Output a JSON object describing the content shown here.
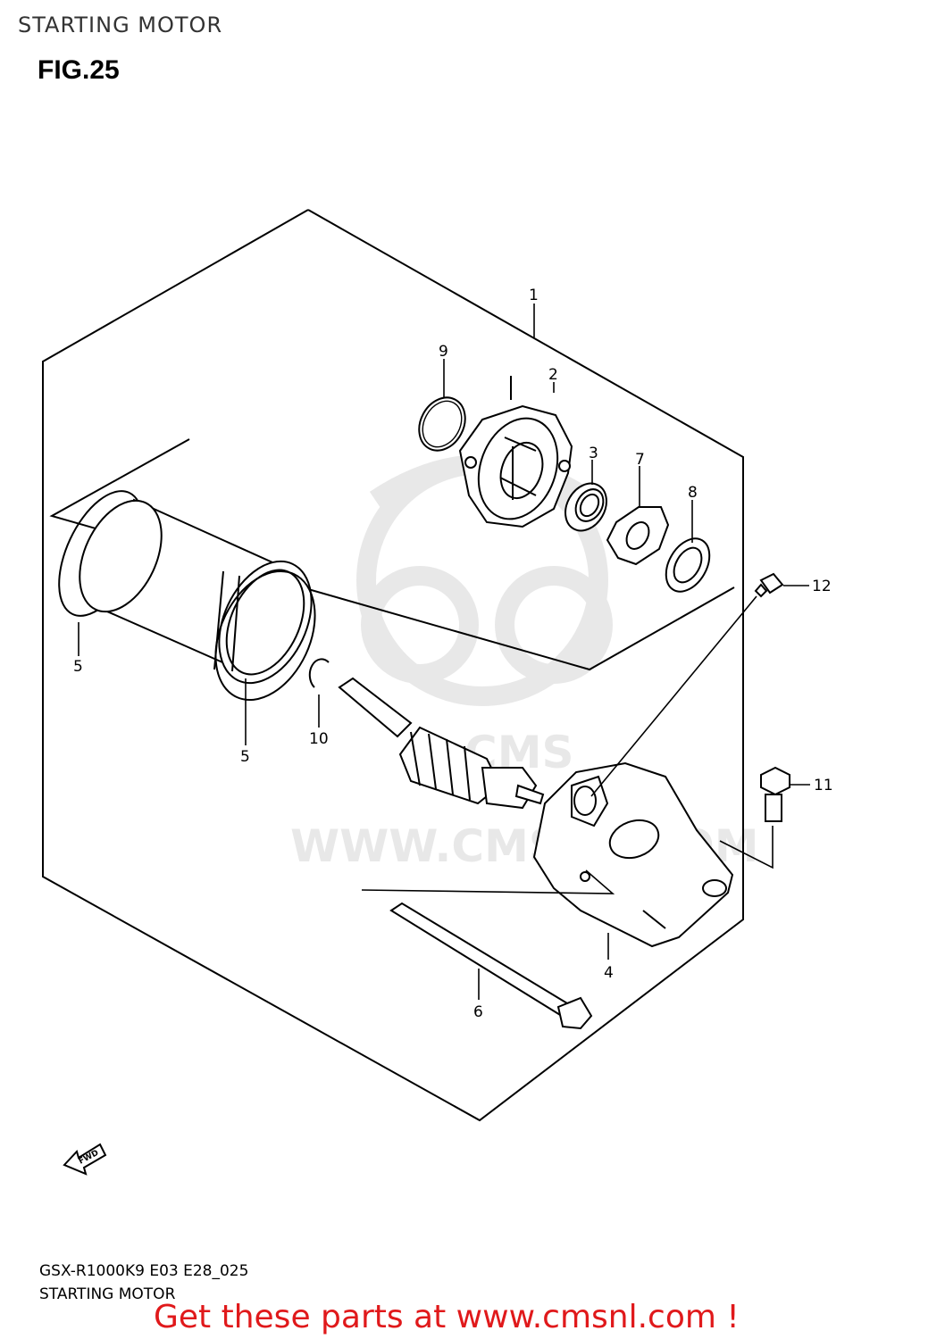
{
  "header": {
    "title": "STARTING MOTOR"
  },
  "figure": {
    "label": "FIG.25"
  },
  "watermark": {
    "text": "WWW.CMSNL.COM",
    "logo_text": "CMS"
  },
  "callouts": [
    "1",
    "2",
    "3",
    "4",
    "5",
    "5",
    "6",
    "7",
    "8",
    "9",
    "10",
    "11",
    "12"
  ],
  "fwd_label": "FWD",
  "footer": {
    "ref_code": "GSX-R1000K9 E03 E28_025",
    "title": "STARTING MOTOR",
    "promo_text": "Get these parts at www.cmsnl.com !",
    "promo_color": "#e0191b"
  }
}
